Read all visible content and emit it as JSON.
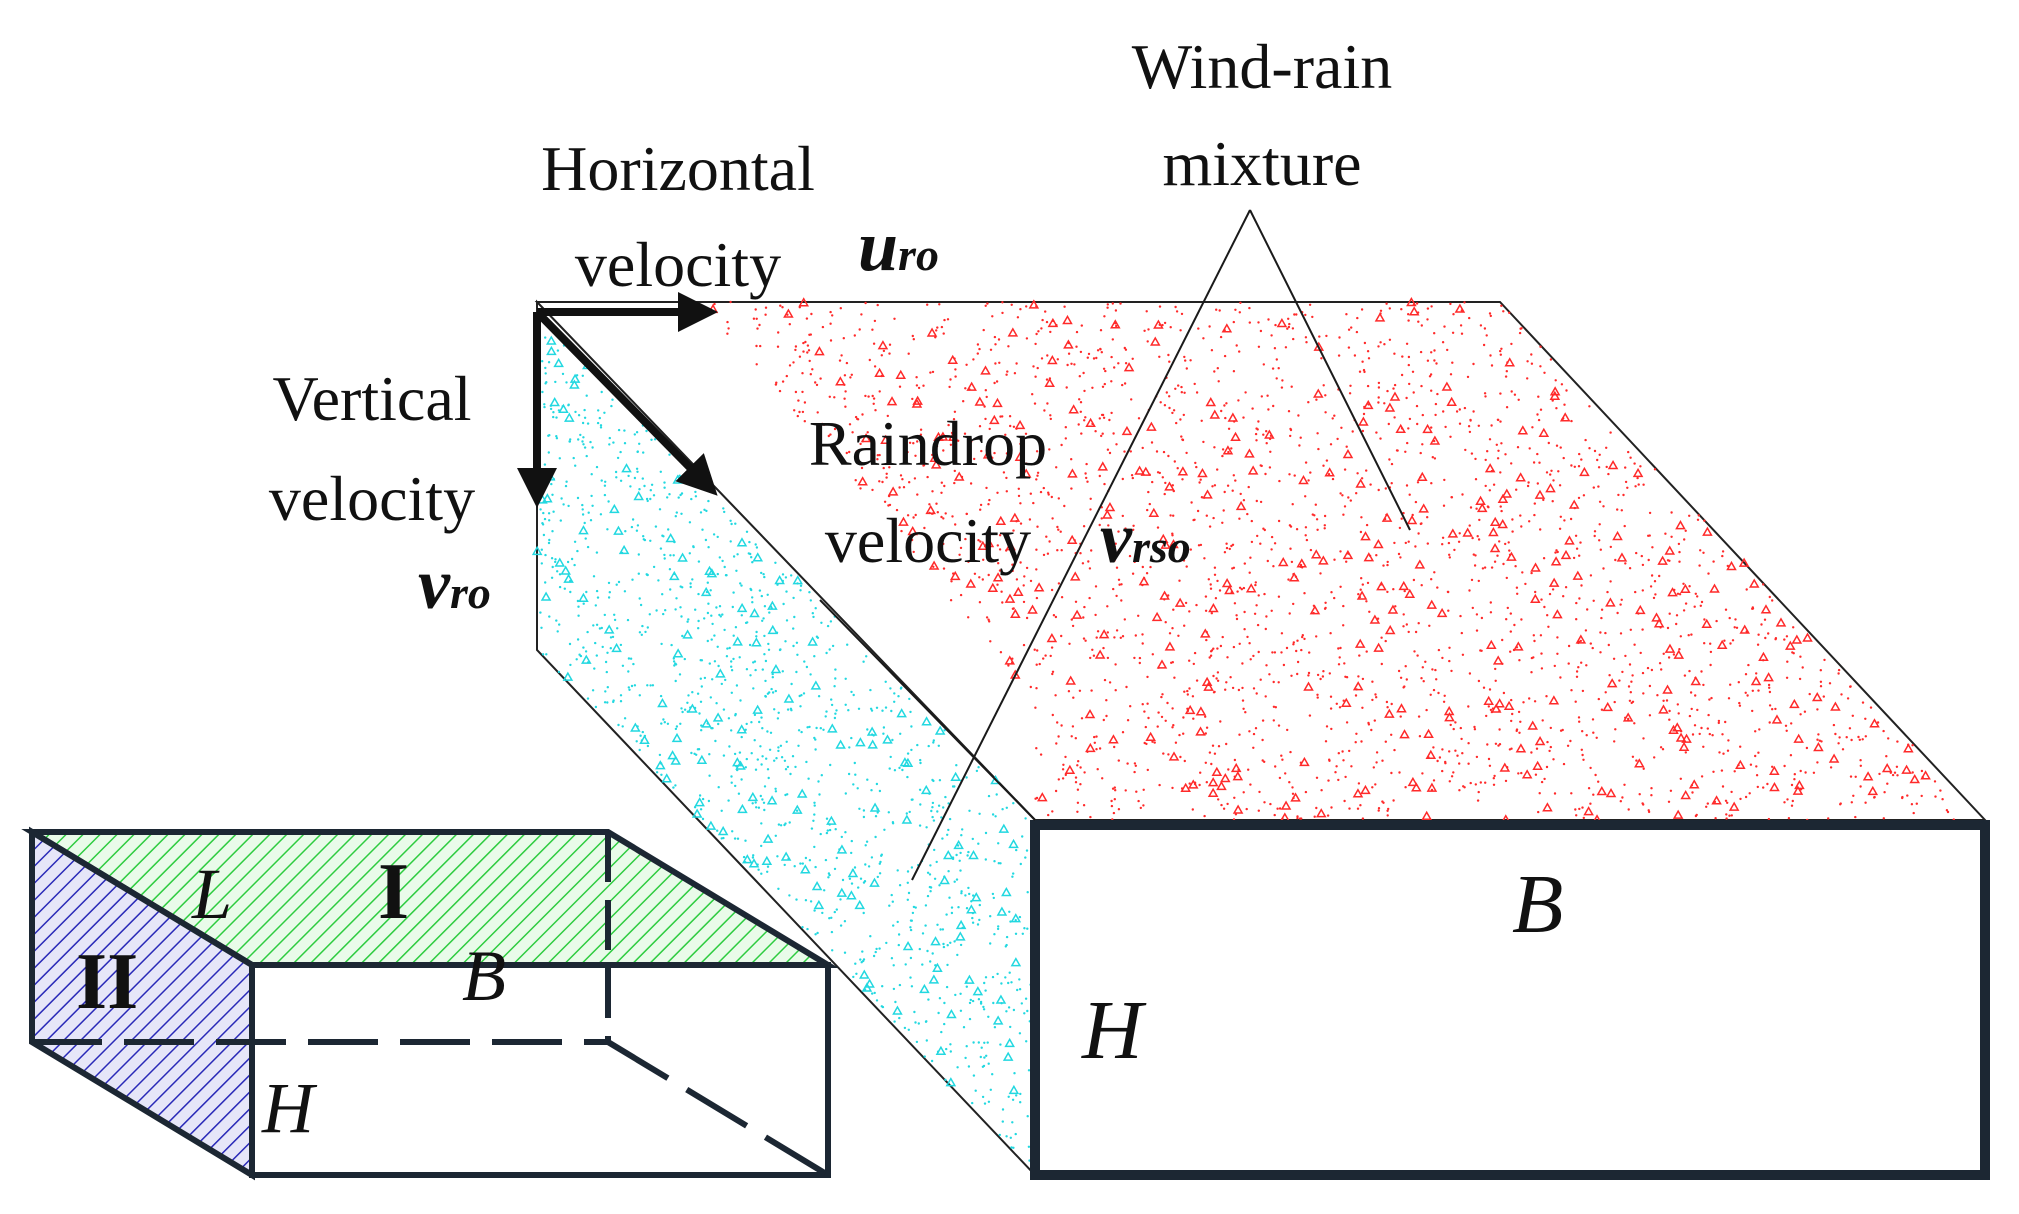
{
  "labels": {
    "wind_rain_line1": "Wind-rain",
    "wind_rain_line2": "mixture",
    "horizontal_line1": "Horizontal",
    "horizontal_line2": "velocity",
    "vertical_line1": "Vertical",
    "vertical_line2": "velocity",
    "raindrop_line1": "Raindrop",
    "raindrop_line2": "velocity"
  },
  "symbols": {
    "u_ro": {
      "base": "u",
      "sub": "ro"
    },
    "v_ro": {
      "base": "v",
      "sub": "ro"
    },
    "v_rso": {
      "base": "v",
      "sub": "rso"
    }
  },
  "box": {
    "region_I": "I",
    "region_II": "II",
    "length": "L",
    "width": "B",
    "height": "H"
  },
  "section": {
    "width": "B",
    "height": "H"
  },
  "colors": {
    "top_surface_particles": "#ff2a2a",
    "side_surface_particles": "#22d8e0",
    "region_I_hatch": "#2ecc40",
    "region_II_hatch": "#2a2ab8",
    "outline": "#1c2733"
  }
}
